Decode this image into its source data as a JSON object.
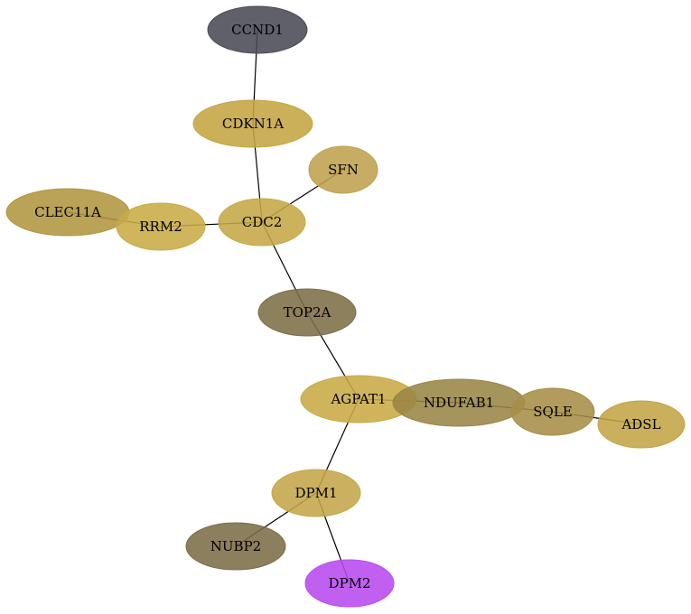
{
  "nodes": [
    {
      "id": "CCND1",
      "label": "CCND1",
      "color": "#4a4a55"
    },
    {
      "id": "CDKN1A",
      "label": "CDKN1A",
      "color": "#c4a542"
    },
    {
      "id": "SFN",
      "label": "SFN",
      "color": "#bfa24e"
    },
    {
      "id": "CLEC11A",
      "label": "CLEC11A",
      "color": "#b1963f"
    },
    {
      "id": "RRM2",
      "label": "RRM2",
      "color": "#c8ab45"
    },
    {
      "id": "CDC2",
      "label": "CDC2",
      "color": "#c6a747"
    },
    {
      "id": "TOP2A",
      "label": "TOP2A",
      "color": "#7d6e47"
    },
    {
      "id": "AGPAT1",
      "label": "AGPAT1",
      "color": "#c9aa45"
    },
    {
      "id": "NDUFAB1",
      "label": "NDUFAB1",
      "color": "#998546"
    },
    {
      "id": "SQLE",
      "label": "SQLE",
      "color": "#a68e48"
    },
    {
      "id": "ADSL",
      "label": "ADSL",
      "color": "#c3a445"
    },
    {
      "id": "DPM1",
      "label": "DPM1",
      "color": "#c4a649"
    },
    {
      "id": "NUBP2",
      "label": "NUBP2",
      "color": "#7c6d48"
    },
    {
      "id": "DPM2",
      "label": "DPM2",
      "color": "#b84aee"
    }
  ],
  "edges": [
    [
      "CCND1",
      "CDKN1A"
    ],
    [
      "CDKN1A",
      "CDC2"
    ],
    [
      "SFN",
      "CDC2"
    ],
    [
      "CLEC11A",
      "RRM2"
    ],
    [
      "RRM2",
      "CDC2"
    ],
    [
      "CDC2",
      "TOP2A"
    ],
    [
      "TOP2A",
      "AGPAT1"
    ],
    [
      "AGPAT1",
      "NDUFAB1"
    ],
    [
      "NDUFAB1",
      "SQLE"
    ],
    [
      "SQLE",
      "ADSL"
    ],
    [
      "AGPAT1",
      "DPM1"
    ],
    [
      "DPM1",
      "NUBP2"
    ],
    [
      "DPM1",
      "DPM2"
    ]
  ]
}
